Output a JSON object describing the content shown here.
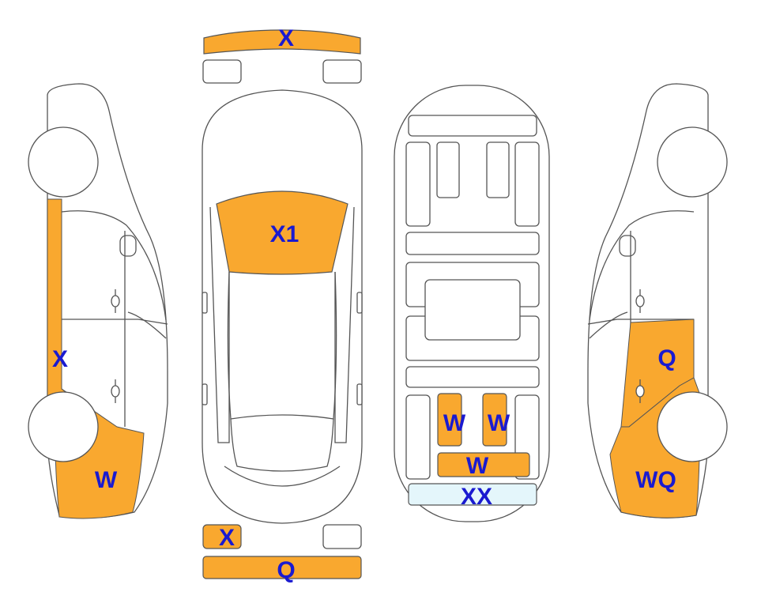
{
  "colors": {
    "damage_fill": "#f9a82f",
    "secondary_fill": "#e4f6fb",
    "outline": "#555555",
    "label": "#1a1ad0",
    "background": "#ffffff"
  },
  "views": {
    "left_side": {
      "marks": [
        "X",
        "W"
      ]
    },
    "top": {
      "marks": [
        "X",
        "X1",
        "X",
        "Q"
      ]
    },
    "underbody": {
      "marks": [
        "W",
        "W",
        "W",
        "XX"
      ]
    },
    "right_side": {
      "marks": [
        "Q",
        "WQ"
      ]
    }
  }
}
